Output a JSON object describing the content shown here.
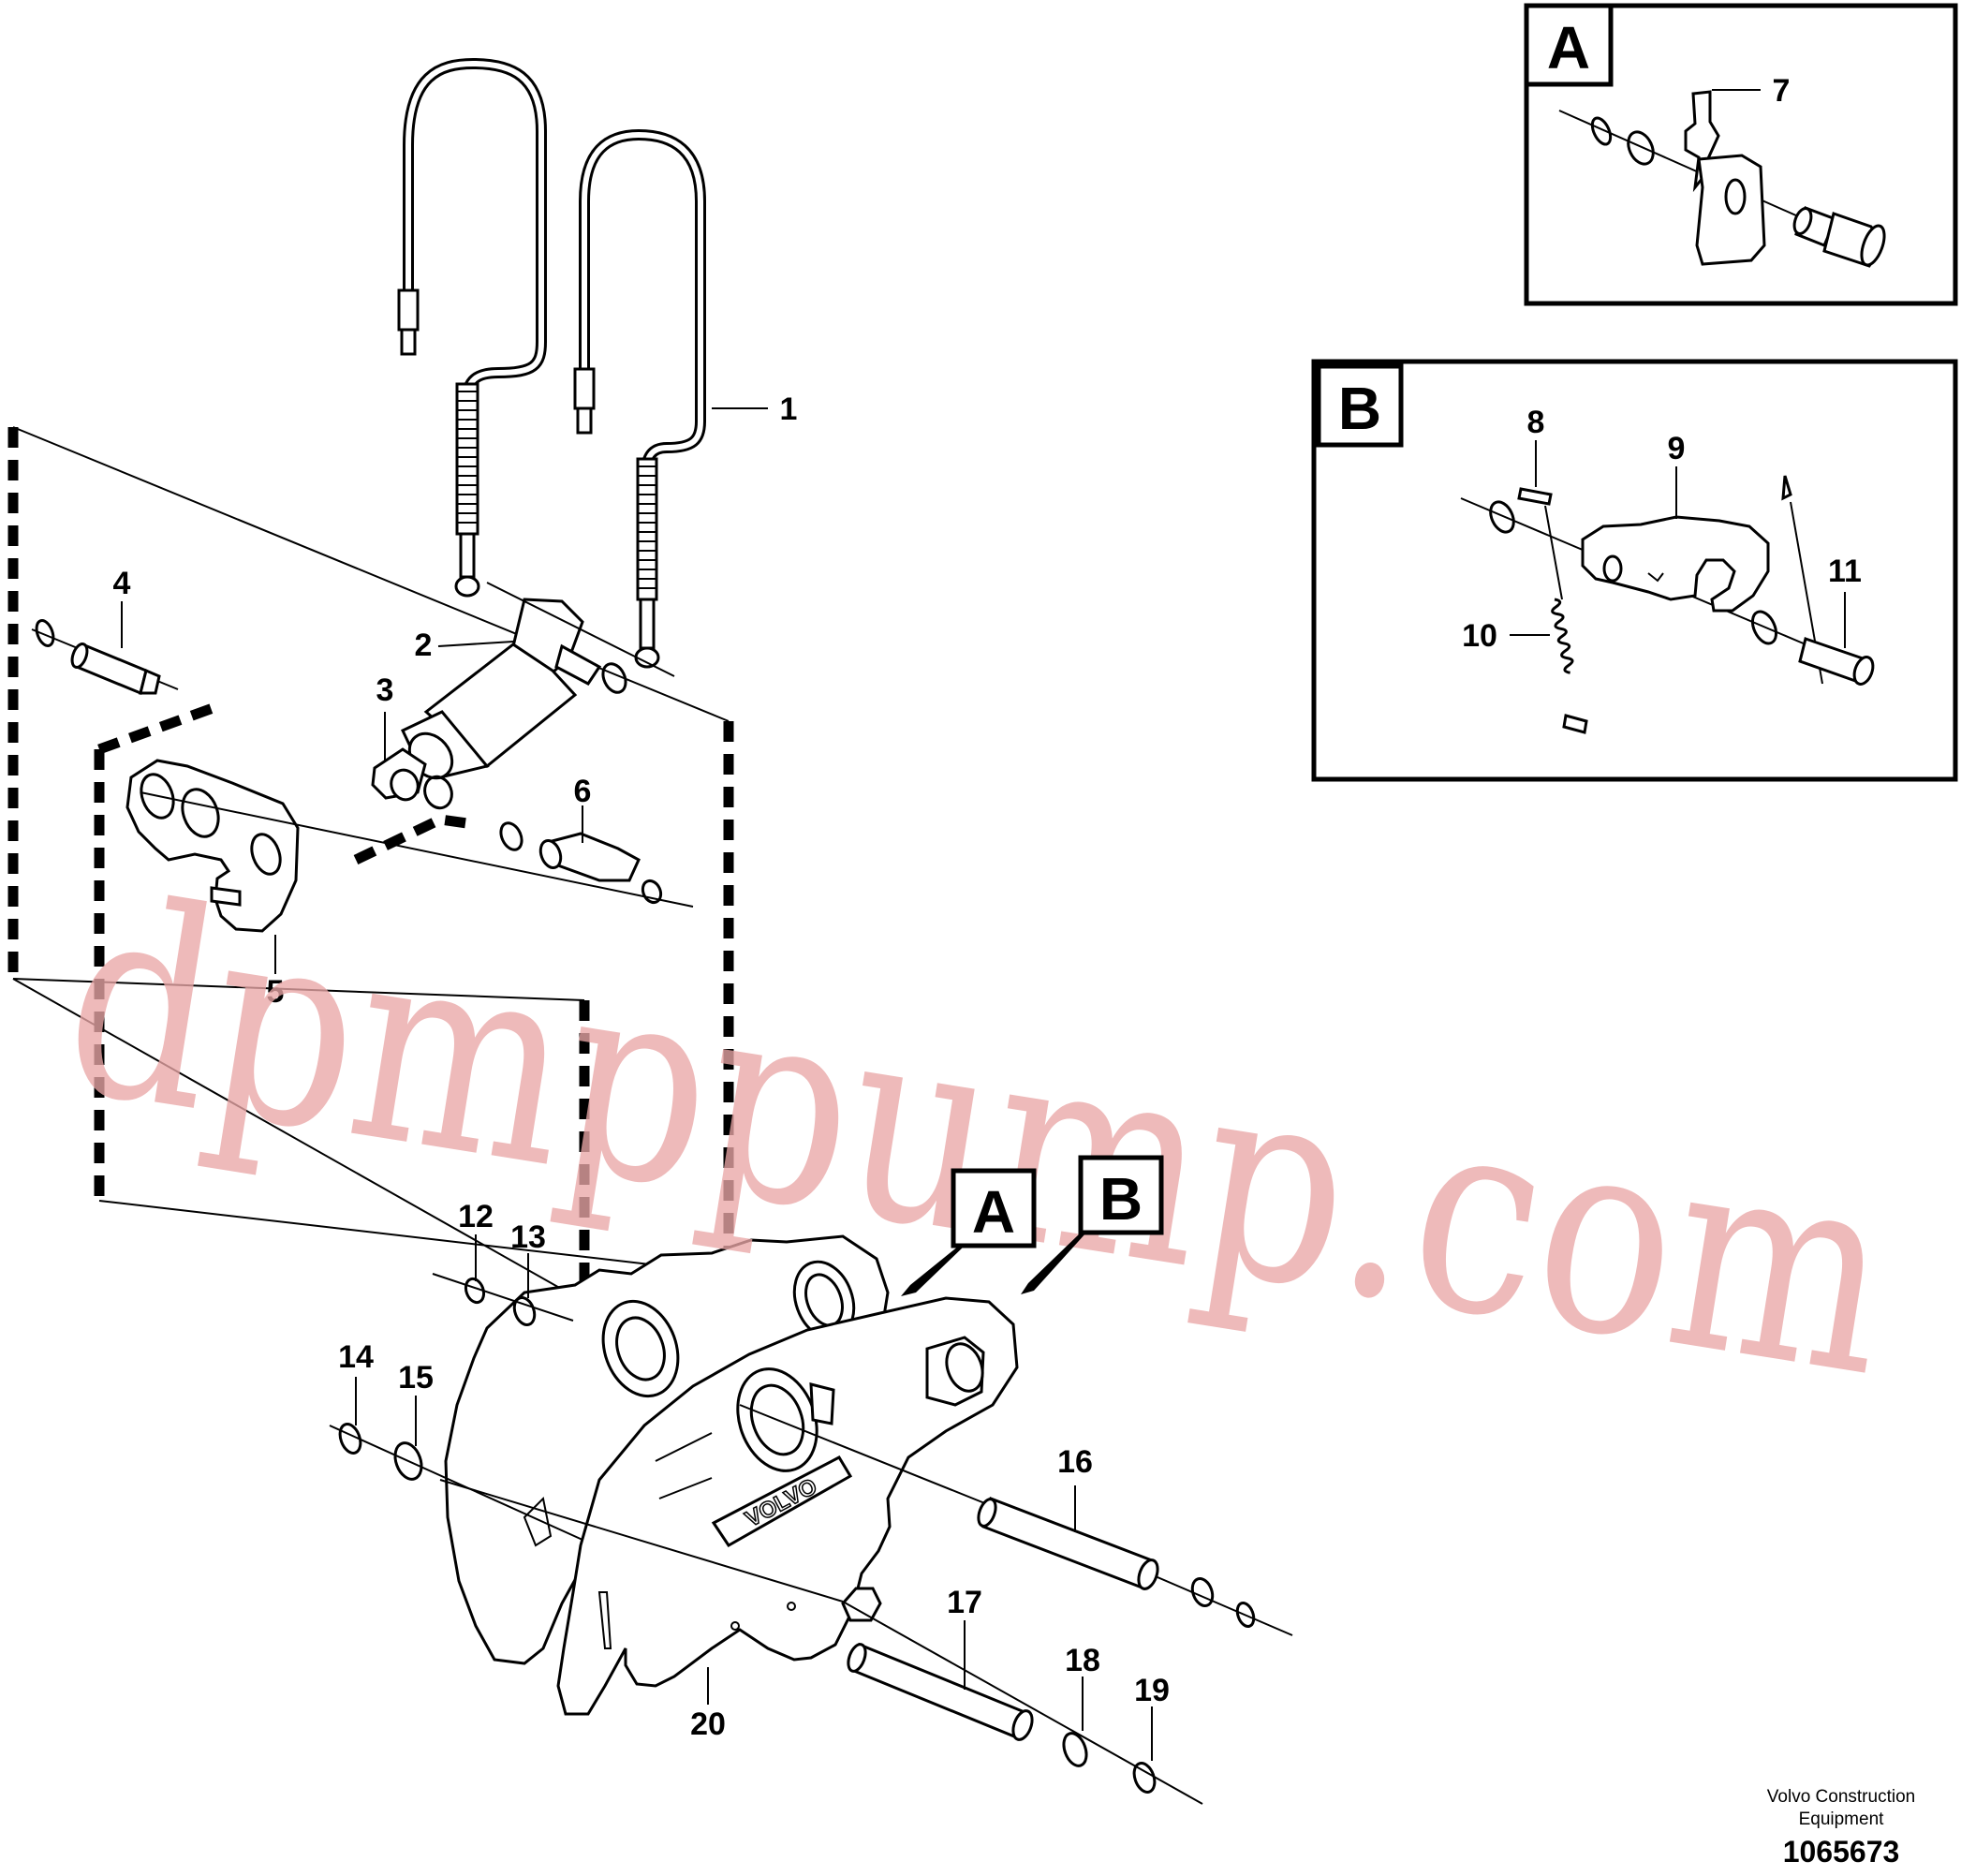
{
  "watermark": "dpmppump.com",
  "callouts": {
    "c1": "1",
    "c2": "2",
    "c3": "3",
    "c4": "4",
    "c5": "5",
    "c6": "6",
    "c7": "7",
    "c8": "8",
    "c9": "9",
    "c10": "10",
    "c11": "11",
    "c12": "12",
    "c13": "13",
    "c14": "14",
    "c15": "15",
    "c16": "16",
    "c17": "17",
    "c18": "18",
    "c19": "19",
    "c20": "20"
  },
  "detail_a": {
    "label": "A"
  },
  "detail_b": {
    "label": "B"
  },
  "flags": {
    "a": "A",
    "b": "B"
  },
  "brand_plate": "VOLVO",
  "footer": {
    "company_line1": "Volvo Construction",
    "company_line2": "Equipment",
    "drawing_number": "1065673"
  }
}
